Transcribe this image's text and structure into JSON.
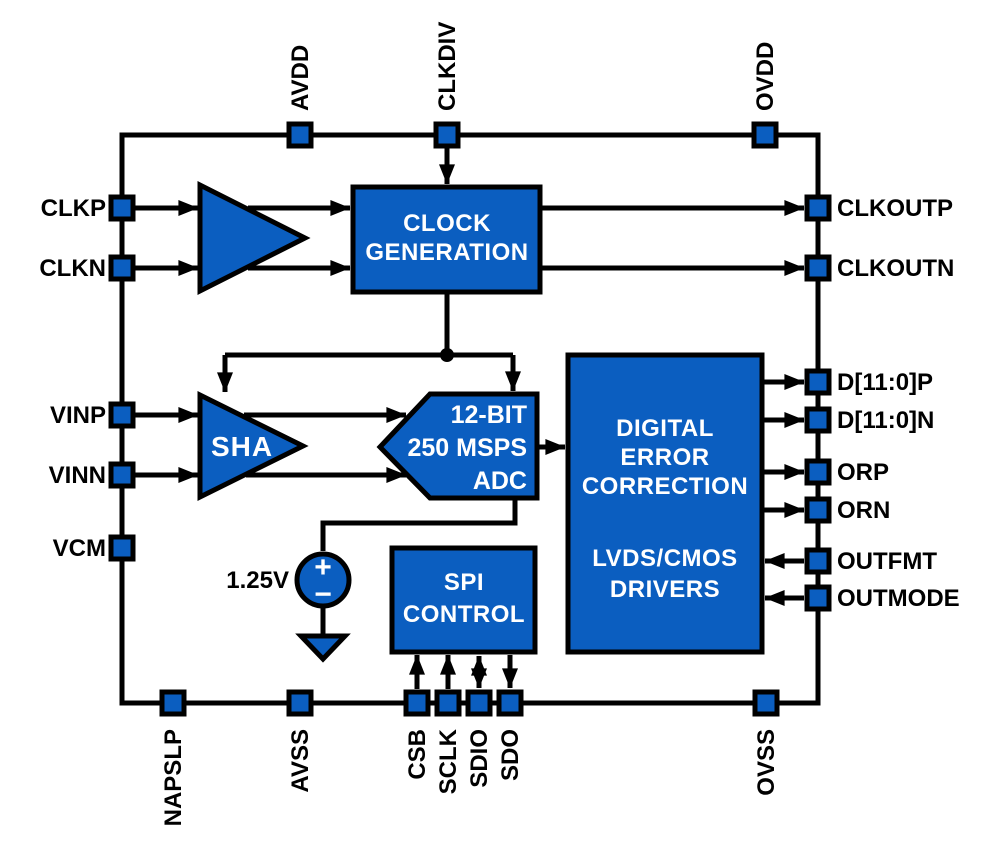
{
  "colors": {
    "block_fill": "#0B5EC0",
    "line": "#000000",
    "block_text": "#FFFFFF",
    "label_text": "#000000",
    "background": "#FFFFFF"
  },
  "pins": {
    "top": [
      "AVDD",
      "CLKDIV",
      "OVDD"
    ],
    "left": [
      "CLKP",
      "CLKN",
      "VINP",
      "VINN",
      "VCM"
    ],
    "right": [
      "CLKOUTP",
      "CLKOUTN",
      "D[11:0]P",
      "D[11:0]N",
      "ORP",
      "ORN",
      "OUTFMT",
      "OUTMODE"
    ],
    "bottom": [
      "NAPSLP",
      "AVSS",
      "CSB",
      "SCLK",
      "SDIO",
      "SDO",
      "OVSS"
    ]
  },
  "blocks": {
    "clock_generation": {
      "line1": "CLOCK",
      "line2": "GENERATION"
    },
    "sha": {
      "label": "SHA"
    },
    "adc": {
      "line1": "12-BIT",
      "line2": "250 MSPS",
      "line3": "ADC"
    },
    "digital_error_correction": {
      "line1": "DIGITAL",
      "line2": "ERROR",
      "line3": "CORRECTION",
      "line4": "LVDS/CMOS",
      "line5": "DRIVERS"
    },
    "spi_control": {
      "line1": "SPI",
      "line2": "CONTROL"
    }
  },
  "voltage_reference": {
    "label": "1.25V",
    "plus": "+",
    "minus": "−"
  }
}
